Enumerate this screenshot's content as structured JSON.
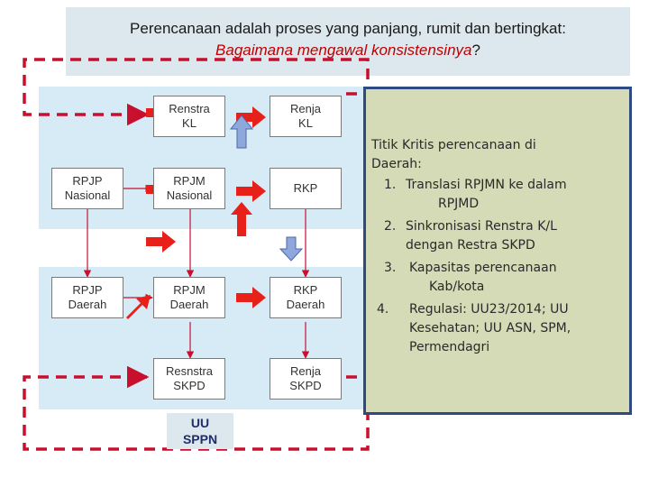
{
  "title": {
    "line1": "Perencanaan adalah proses yang panjang, rumit dan bertingkat:",
    "line2": "Bagaimana mengawal konsistensinya",
    "line2_suffix": "?"
  },
  "nodes": {
    "renstra_kl": [
      "Renstra",
      "KL"
    ],
    "renja_kl": [
      "Renja",
      "KL"
    ],
    "rpjp_nasional": [
      "RPJP",
      "Nasional"
    ],
    "rpjm_nasional": [
      "RPJM",
      "Nasional"
    ],
    "rkp": [
      "RKP"
    ],
    "rpjp_daerah": [
      "RPJP",
      "Daerah"
    ],
    "rpjm_daerah": [
      "RPJM",
      "Daerah"
    ],
    "rkp_daerah": [
      "RKP",
      "Daerah"
    ],
    "resnstra_skpd": [
      "Resnstra",
      "SKPD"
    ],
    "renja_skpd": [
      "Renja",
      "SKPD"
    ]
  },
  "uu_label": [
    "UU",
    "SPPN"
  ],
  "kritis": {
    "heading_lines": [
      "Titik Kritis perencanaan di",
      "Daerah:"
    ],
    "items": [
      {
        "num": "1.",
        "lines": [
          "Translasi RPJMN  ke dalam",
          "RPJMD"
        ]
      },
      {
        "num": "2.",
        "lines": [
          "Sinkronisasi Renstra K/L",
          "dengan Restra SKPD"
        ]
      },
      {
        "num": "3.",
        "lines": [
          "Kapasitas perencanaan",
          "Kab/kota"
        ]
      },
      {
        "num": "4.",
        "lines": [
          "Regulasi: UU23/2014; UU",
          "Kesehatan; UU ASN, SPM,",
          "Permendagri"
        ]
      }
    ]
  },
  "colors": {
    "band": "#d6ebf6",
    "arrow_red": "#e8201a",
    "arrow_blue": "#8fa8dc",
    "dashed_red": "#c8102e",
    "panel_bg": "#d5dbb6",
    "panel_border": "#2e4a80"
  }
}
